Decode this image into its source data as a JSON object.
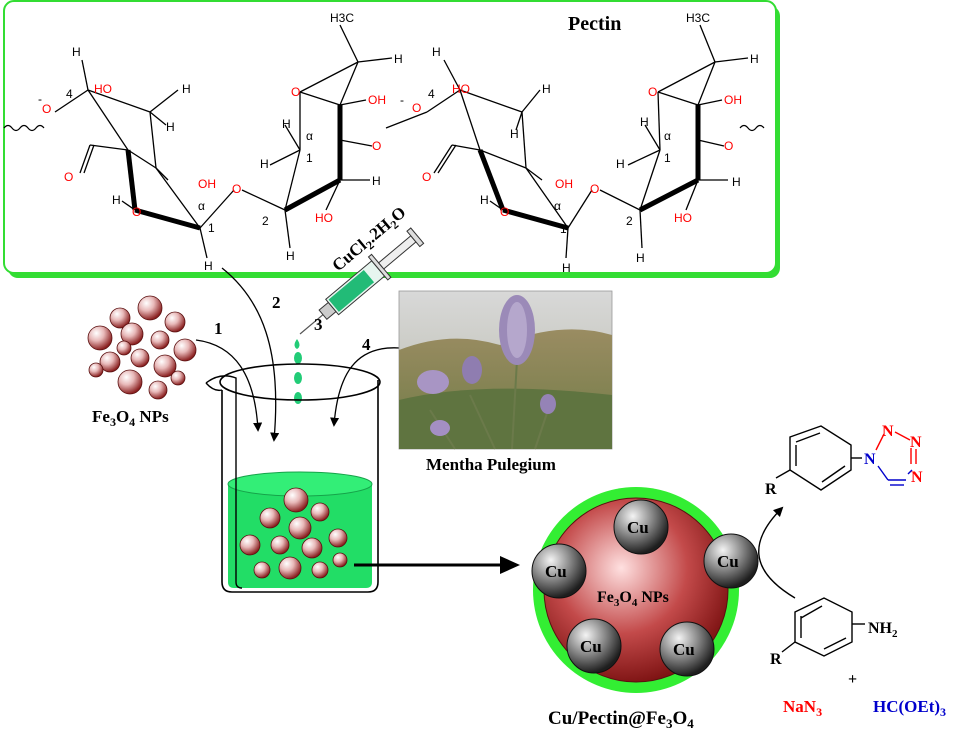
{
  "pectin_box": {
    "title": "Pectin",
    "atoms": {
      "H": "H",
      "O": "O",
      "HO": "HO",
      "OH": "OH",
      "H3C": "H3C",
      "alpha": "α",
      "n1": "1",
      "n2": "2",
      "n4": "4",
      "minus": "-"
    }
  },
  "steps": {
    "s1": "1",
    "s2": "2",
    "s3": "3",
    "s4": "4"
  },
  "reagent": {
    "cucl2": "CuCl2.2H2O"
  },
  "nanoparticles": {
    "label": "Fe3O4 NPs"
  },
  "plant": {
    "label": "Mentha Pulegium"
  },
  "catalyst": {
    "core_label": "Fe3O4 NPs",
    "cu_label": "Cu",
    "name": "Cu/Pectin@Fe3O4"
  },
  "reaction": {
    "tetrazole_n": "N",
    "r_group": "R",
    "nh2": "NH2",
    "plus": "+",
    "reagent1": "NaN3",
    "reagent2": "HC(OEt)3"
  },
  "colors": {
    "frame_green": "#33dd33",
    "liquid_green": "#22dd66",
    "drop_green": "#22cc77",
    "oxygen_red": "#ff0000",
    "blue": "#0000cc",
    "np_red": "#a83a3a",
    "core_red": "#b53535",
    "cu_gray": "#555555"
  },
  "icons": [
    "syringe-icon",
    "beaker-icon",
    "plant-photo",
    "nanoparticle-cluster-icon",
    "benzene-ring-icon",
    "tetrazole-ring-icon"
  ]
}
